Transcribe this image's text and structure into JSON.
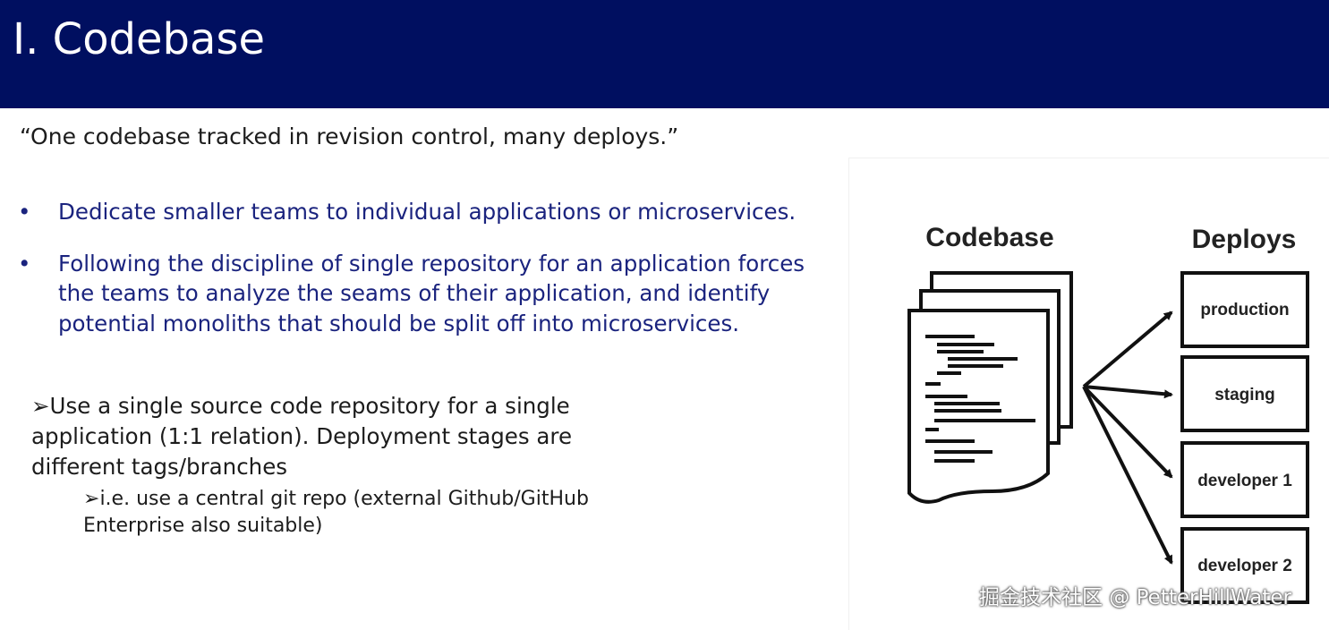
{
  "slide": {
    "title": "I. Codebase",
    "quote": "“One codebase tracked in revision control, many deploys.”",
    "bullets": [
      {
        "marker": "•",
        "text": "Dedicate smaller teams to individual applications or microservices."
      },
      {
        "marker": "•",
        "text": "Following the discipline of single repository for an application forces the teams to analyze the seams of their application, and identify potential monoliths that should be split off into microservices."
      }
    ],
    "recommendation": {
      "marker": "➢",
      "text": "Use a single source code repository for a single application (1:1 relation). Deployment stages are different tags/branches",
      "sub_marker": "➢",
      "sub_text": "i.e. use a central git repo (external Github/GitHub Enterprise also suitable)"
    }
  },
  "diagram": {
    "codebase_label": "Codebase",
    "deploys_label": "Deploys",
    "deploys": [
      "production",
      "staging",
      "developer 1",
      "developer 2"
    ]
  },
  "watermark": "掘金技术社区 @ PetterHillWater",
  "colors": {
    "header_bg": "#000f60",
    "bullet_text": "#1a237e",
    "body_text": "#1c1c1c"
  }
}
